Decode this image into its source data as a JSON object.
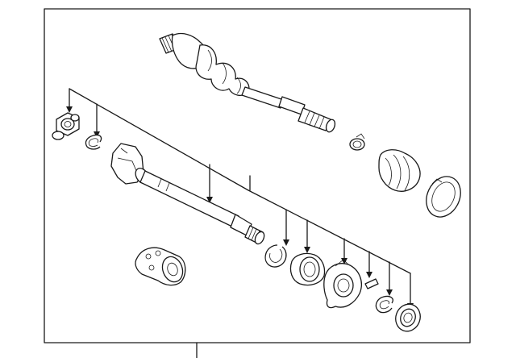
{
  "diagram": {
    "colors": {
      "line": "#1a1a1a",
      "background": "#ffffff"
    },
    "parts": [
      "outer-axle-shaft-assembly",
      "boot-clamp-small",
      "outer-cv-boot",
      "boot-clamp-large",
      "tripod-joint",
      "snap-ring",
      "inner-axle-shaft",
      "retaining-ring",
      "center-bearing",
      "bearing-bracket",
      "dowel-pin",
      "small-snap-ring",
      "dust-seal",
      "inner-joint-tulip"
    ]
  }
}
